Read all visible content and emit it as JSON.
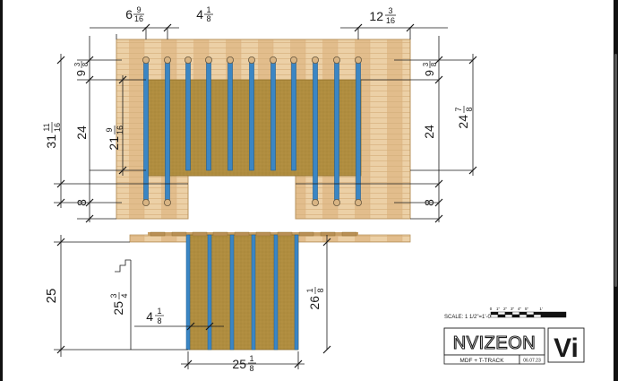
{
  "colors": {
    "wood": "#e8c79a",
    "wood_dark": "#d7a96b",
    "mdf": "#b08d3f",
    "mdf_edge": "#8f6f2a",
    "track": "#3b86c4",
    "track_edge": "#1e5e94",
    "line": "#1a1a1a"
  },
  "top_dims": {
    "d1": {
      "whole": "6",
      "num": "9",
      "den": "16"
    },
    "d2": {
      "whole": "4",
      "num": "1",
      "den": "8"
    },
    "d3": {
      "whole": "12",
      "num": "3",
      "den": "16"
    },
    "left_top": {
      "whole": "9",
      "num": "3",
      "den": "8"
    },
    "right_top": {
      "whole": "9",
      "num": "3",
      "den": "8"
    },
    "left_total": {
      "whole": "31",
      "num": "11",
      "den": "16"
    },
    "left_mid": {
      "whole": "24"
    },
    "inner": {
      "whole": "21",
      "num": "9",
      "den": "16"
    },
    "right_total": {
      "whole": "24",
      "num": "7",
      "den": "8"
    },
    "right_mid": {
      "whole": "24"
    },
    "left_bottom": {
      "whole": "8"
    },
    "right_bottom": {
      "whole": "8"
    }
  },
  "front_dims": {
    "height": {
      "whole": "25"
    },
    "inner_left": {
      "whole": "25",
      "num": "3",
      "den": "4"
    },
    "spacing": {
      "whole": "4",
      "num": "1",
      "den": "8"
    },
    "right": {
      "whole": "26",
      "num": "1",
      "den": "8"
    },
    "width": {
      "whole": "25",
      "num": "1",
      "den": "8"
    }
  },
  "title_block": {
    "scale_label": "SCALE: 1 1/2\"=1'-0\"",
    "scale_ticks": [
      "0",
      "1\"",
      "2\"",
      "3\"",
      "4\"",
      "5\"",
      "1'"
    ],
    "brand": "NVIZEON",
    "monogram": "Vi",
    "material": "MDF + T-TRACK",
    "date": "06.07.23"
  }
}
